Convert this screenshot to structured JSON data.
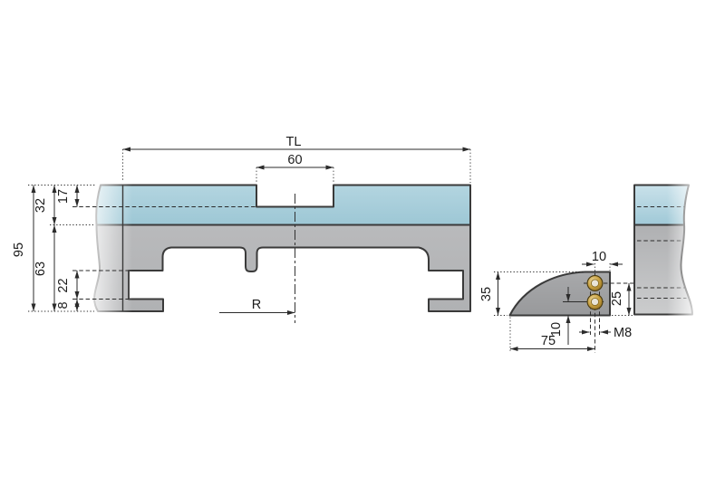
{
  "drawing_type": "technical-dimension-drawing",
  "front_view": {
    "description": "conveyor curve wheel bend profile, front elevation with break line",
    "dimensions": {
      "total_length": "TL",
      "groove_width": "60",
      "overall_height": "95",
      "pad_height": "32",
      "groove_depth": "17",
      "base_height": "63",
      "slot_height": "22",
      "foot_height": "8",
      "radius": "R"
    }
  },
  "side_view": {
    "description": "curved end guide wedge with two threaded holes, plus rail end view",
    "dimensions": {
      "hole_to_edge": "10",
      "height": "35",
      "length": "75",
      "lower_hole_offset": "10",
      "upper_hole_offset": "25",
      "thread": "M8"
    }
  },
  "colors": {
    "pad_blue": "#a7cdda",
    "body_gray": "#b5b6b8",
    "wedge_gray": "#a2a3a5",
    "brass": "#c79f3e",
    "outline": "#3a3a3a",
    "dimension_line": "#2b2b2b",
    "background": "#ffffff"
  }
}
